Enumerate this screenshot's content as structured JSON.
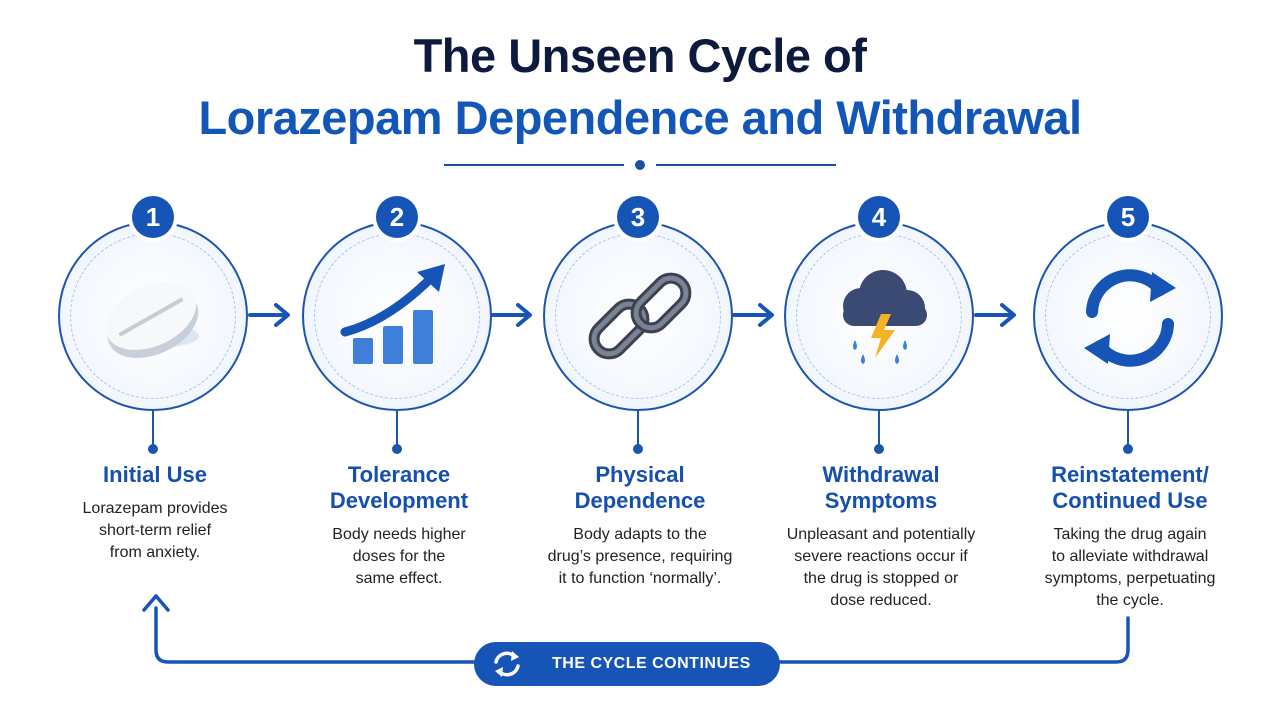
{
  "title": {
    "line1": "The Unseen Cycle of",
    "line2": "Lorazepam Dependence and Withdrawal"
  },
  "steps": [
    {
      "number": "1",
      "icon": "pill-icon",
      "title": [
        "Initial Use"
      ],
      "description": [
        "Lorazepam provides",
        "short-term relief",
        "from anxiety."
      ]
    },
    {
      "number": "2",
      "icon": "rising-chart-icon",
      "title": [
        "Tolerance",
        "Development"
      ],
      "description": [
        "Body needs higher",
        "doses for the",
        "same effect."
      ]
    },
    {
      "number": "3",
      "icon": "chain-link-icon",
      "title": [
        "Physical",
        "Dependence"
      ],
      "description": [
        "Body adapts to the",
        "drug’s presence, requiring",
        "it to function ‘normally’."
      ]
    },
    {
      "number": "4",
      "icon": "storm-cloud-icon",
      "title": [
        "Withdrawal",
        "Symptoms"
      ],
      "description": [
        "Unpleasant and potentially",
        "severe reactions occur if",
        "the drug is stopped or",
        "dose reduced."
      ]
    },
    {
      "number": "5",
      "icon": "cycle-arrows-icon",
      "title": [
        "Reinstatement/",
        "Continued Use"
      ],
      "description": [
        "Taking the drug again",
        "to alleviate withdrawal",
        "symptoms, perpetuating",
        "the cycle."
      ]
    }
  ],
  "cycle_banner": {
    "label": "THE CYCLE CONTINUES",
    "icon": "refresh-icon"
  },
  "colors": {
    "primary_blue": "#1655b5",
    "title_dark": "#0b1a3d",
    "title_blue": "#1257b8"
  }
}
